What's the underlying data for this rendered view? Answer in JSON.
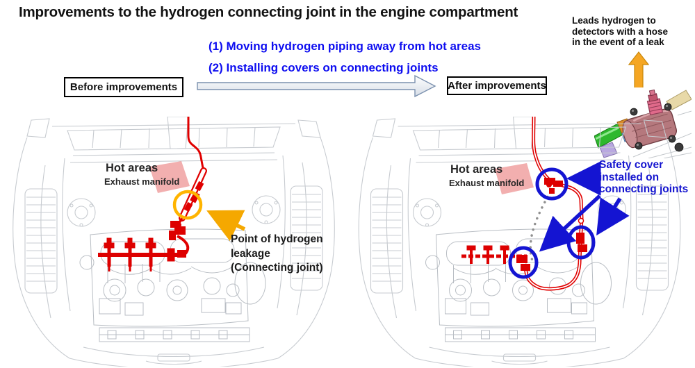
{
  "title": "Improvements to the hydrogen connecting joint in the engine compartment",
  "improvements": {
    "line1": "(1) Moving hydrogen piping away from hot areas",
    "line2": "(2) Installing covers on connecting joints"
  },
  "stages": {
    "before_label": "Before improvements",
    "after_label": "After improvements"
  },
  "detector_note": {
    "lines": [
      "Leads hydrogen to",
      "detectors with a hose",
      "in the event of a leak"
    ]
  },
  "before_diagram": {
    "hot_areas_label": "Hot areas",
    "exhaust_label": "Exhaust manifold",
    "leak_label_lines": [
      "Point of hydrogen",
      "leakage",
      "(Connecting joint)"
    ]
  },
  "after_diagram": {
    "hot_areas_label": "Hot areas",
    "exhaust_label": "Exhaust manifold",
    "safety_label_lines": [
      "Safety cover",
      "installed on",
      "connecting joints"
    ]
  },
  "icons": {
    "transition": "stage-transition-arrow",
    "vent": "hydrogen-vent-up-arrow",
    "leak_circle": "leak-point-highlight-circle",
    "safety_circles": "safety-cover-highlight-circles",
    "component": "safety-cover-joint-render"
  },
  "colors": {
    "header_blue": "#0d0df0",
    "annotation_blue": "#1414d2",
    "highlight_orange": "#f5a800",
    "pipe_red": "#e00000",
    "hot_area_pink": "#e86e6e",
    "lineart_gray": "#c7cbd0"
  }
}
